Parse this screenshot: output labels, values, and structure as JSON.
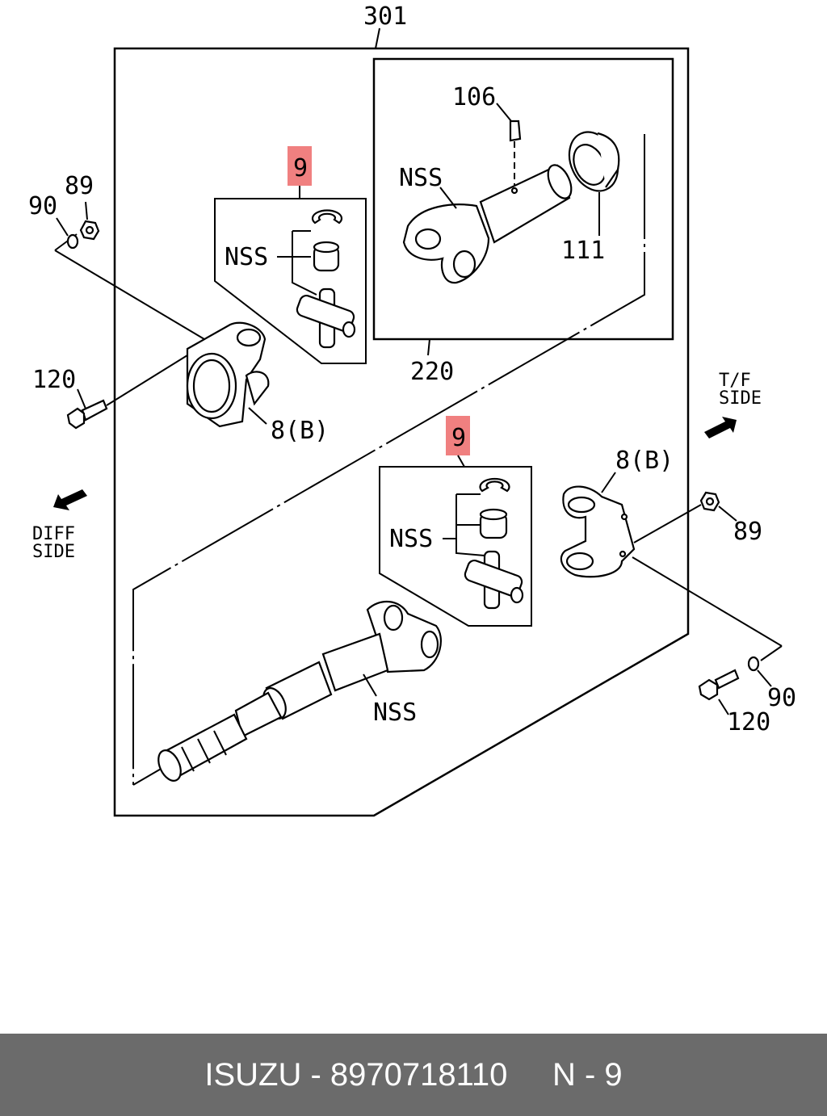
{
  "labels": {
    "assembly": "301",
    "grease_fitting": "106",
    "nss_shaft_top": "NSS",
    "boot": "111",
    "sleeve_yoke": "220",
    "kit_upper": "9",
    "nss_kit_upper": "NSS",
    "nut_left": "89",
    "washer_left": "90",
    "bolt_left": "120",
    "flange_yoke_left": "8(B)",
    "tf_side_line1": "T/F",
    "tf_side_line2": "SIDE",
    "kit_lower": "9",
    "nss_kit_lower": "NSS",
    "flange_yoke_right": "8(B)",
    "nut_right": "89",
    "diff_side_line1": "DIFF",
    "diff_side_line2": "SIDE",
    "nss_shaft_bottom": "NSS",
    "washer_right": "90",
    "bolt_right": "120"
  },
  "footer": {
    "brand": "ISUZU",
    "part_number": "8970718110",
    "position": "N - 9"
  },
  "colors": {
    "highlight": "#f08080",
    "footer_bg": "#6b6b6b"
  }
}
